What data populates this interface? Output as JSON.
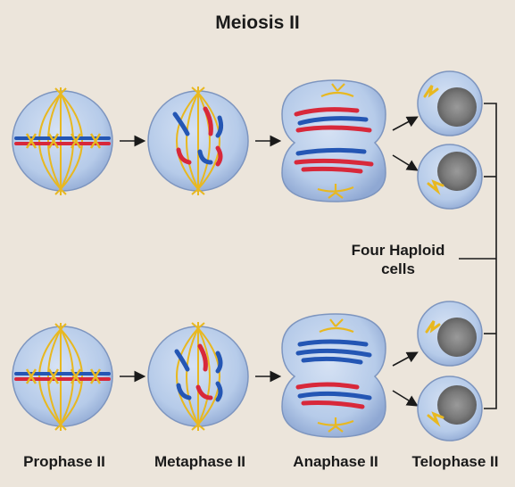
{
  "title": "Meiosis II",
  "stages": [
    {
      "id": "prophase",
      "label": "Prophase II"
    },
    {
      "id": "metaphase",
      "label": "Metaphase II"
    },
    {
      "id": "anaphase",
      "label": "Anaphase II"
    },
    {
      "id": "telophase",
      "label": "Telophase II"
    }
  ],
  "result_label": {
    "line1": "Four Haploid",
    "line2": "cells"
  },
  "colors": {
    "background": "#ece5db",
    "cell_fill": "#b9cdea",
    "cell_stroke": "#7d95bf",
    "spindle": "#e8b820",
    "chromatid_red": "#d8283a",
    "chromatid_blue": "#2456b4",
    "nucleus": "#6e6e6e",
    "arrow": "#1a1a1a"
  }
}
